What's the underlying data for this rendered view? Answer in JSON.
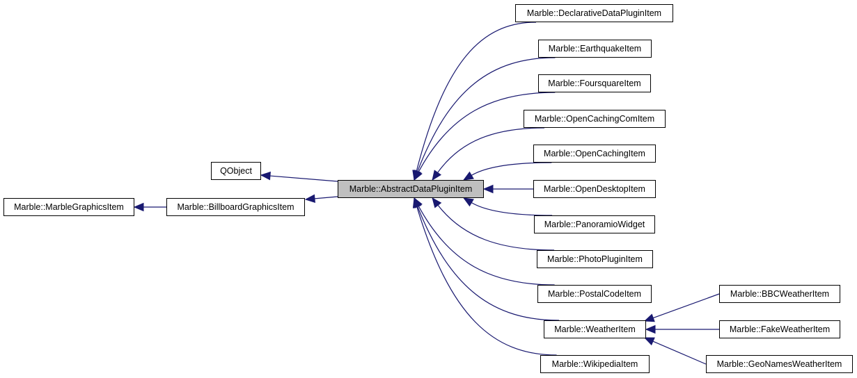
{
  "diagram": {
    "type": "class-inheritance-graph",
    "edge_color": "#191970",
    "focus_fill": "#bfbfbf",
    "nodes": [
      {
        "id": "marblegraphicsitem",
        "label": "Marble::MarbleGraphicsItem"
      },
      {
        "id": "billboardgraphicsitem",
        "label": "Marble::BillboardGraphicsItem"
      },
      {
        "id": "qobject",
        "label": "QObject"
      },
      {
        "id": "abstractdatapluginitem",
        "label": "Marble::AbstractDataPluginItem",
        "focus": true
      },
      {
        "id": "declarativedatapluginitem",
        "label": "Marble::DeclarativeDataPluginItem"
      },
      {
        "id": "earthquakeitem",
        "label": "Marble::EarthquakeItem"
      },
      {
        "id": "foursquareitem",
        "label": "Marble::FoursquareItem"
      },
      {
        "id": "opencachingcomitem",
        "label": "Marble::OpenCachingComItem"
      },
      {
        "id": "opencachingitem",
        "label": "Marble::OpenCachingItem"
      },
      {
        "id": "opendesktopitem",
        "label": "Marble::OpenDesktopItem"
      },
      {
        "id": "panoramiowidget",
        "label": "Marble::PanoramioWidget"
      },
      {
        "id": "photopluginitem",
        "label": "Marble::PhotoPluginItem"
      },
      {
        "id": "postalcodeitem",
        "label": "Marble::PostalCodeItem"
      },
      {
        "id": "weatheritem",
        "label": "Marble::WeatherItem"
      },
      {
        "id": "wikipediaitem",
        "label": "Marble::WikipediaItem"
      },
      {
        "id": "bbcweatheritem",
        "label": "Marble::BBCWeatherItem"
      },
      {
        "id": "fakeweatheritem",
        "label": "Marble::FakeWeatherItem"
      },
      {
        "id": "geonamesweatheritem",
        "label": "Marble::GeoNamesWeatherItem"
      }
    ],
    "edges": [
      {
        "from": "billboardgraphicsitem",
        "to": "marblegraphicsitem"
      },
      {
        "from": "abstractdatapluginitem",
        "to": "billboardgraphicsitem"
      },
      {
        "from": "abstractdatapluginitem",
        "to": "qobject"
      },
      {
        "from": "declarativedatapluginitem",
        "to": "abstractdatapluginitem"
      },
      {
        "from": "earthquakeitem",
        "to": "abstractdatapluginitem"
      },
      {
        "from": "foursquareitem",
        "to": "abstractdatapluginitem"
      },
      {
        "from": "opencachingcomitem",
        "to": "abstractdatapluginitem"
      },
      {
        "from": "opencachingitem",
        "to": "abstractdatapluginitem"
      },
      {
        "from": "opendesktopitem",
        "to": "abstractdatapluginitem"
      },
      {
        "from": "panoramiowidget",
        "to": "abstractdatapluginitem"
      },
      {
        "from": "photopluginitem",
        "to": "abstractdatapluginitem"
      },
      {
        "from": "postalcodeitem",
        "to": "abstractdatapluginitem"
      },
      {
        "from": "weatheritem",
        "to": "abstractdatapluginitem"
      },
      {
        "from": "wikipediaitem",
        "to": "abstractdatapluginitem"
      },
      {
        "from": "bbcweatheritem",
        "to": "weatheritem"
      },
      {
        "from": "fakeweatheritem",
        "to": "weatheritem"
      },
      {
        "from": "geonamesweatheritem",
        "to": "weatheritem"
      }
    ]
  }
}
